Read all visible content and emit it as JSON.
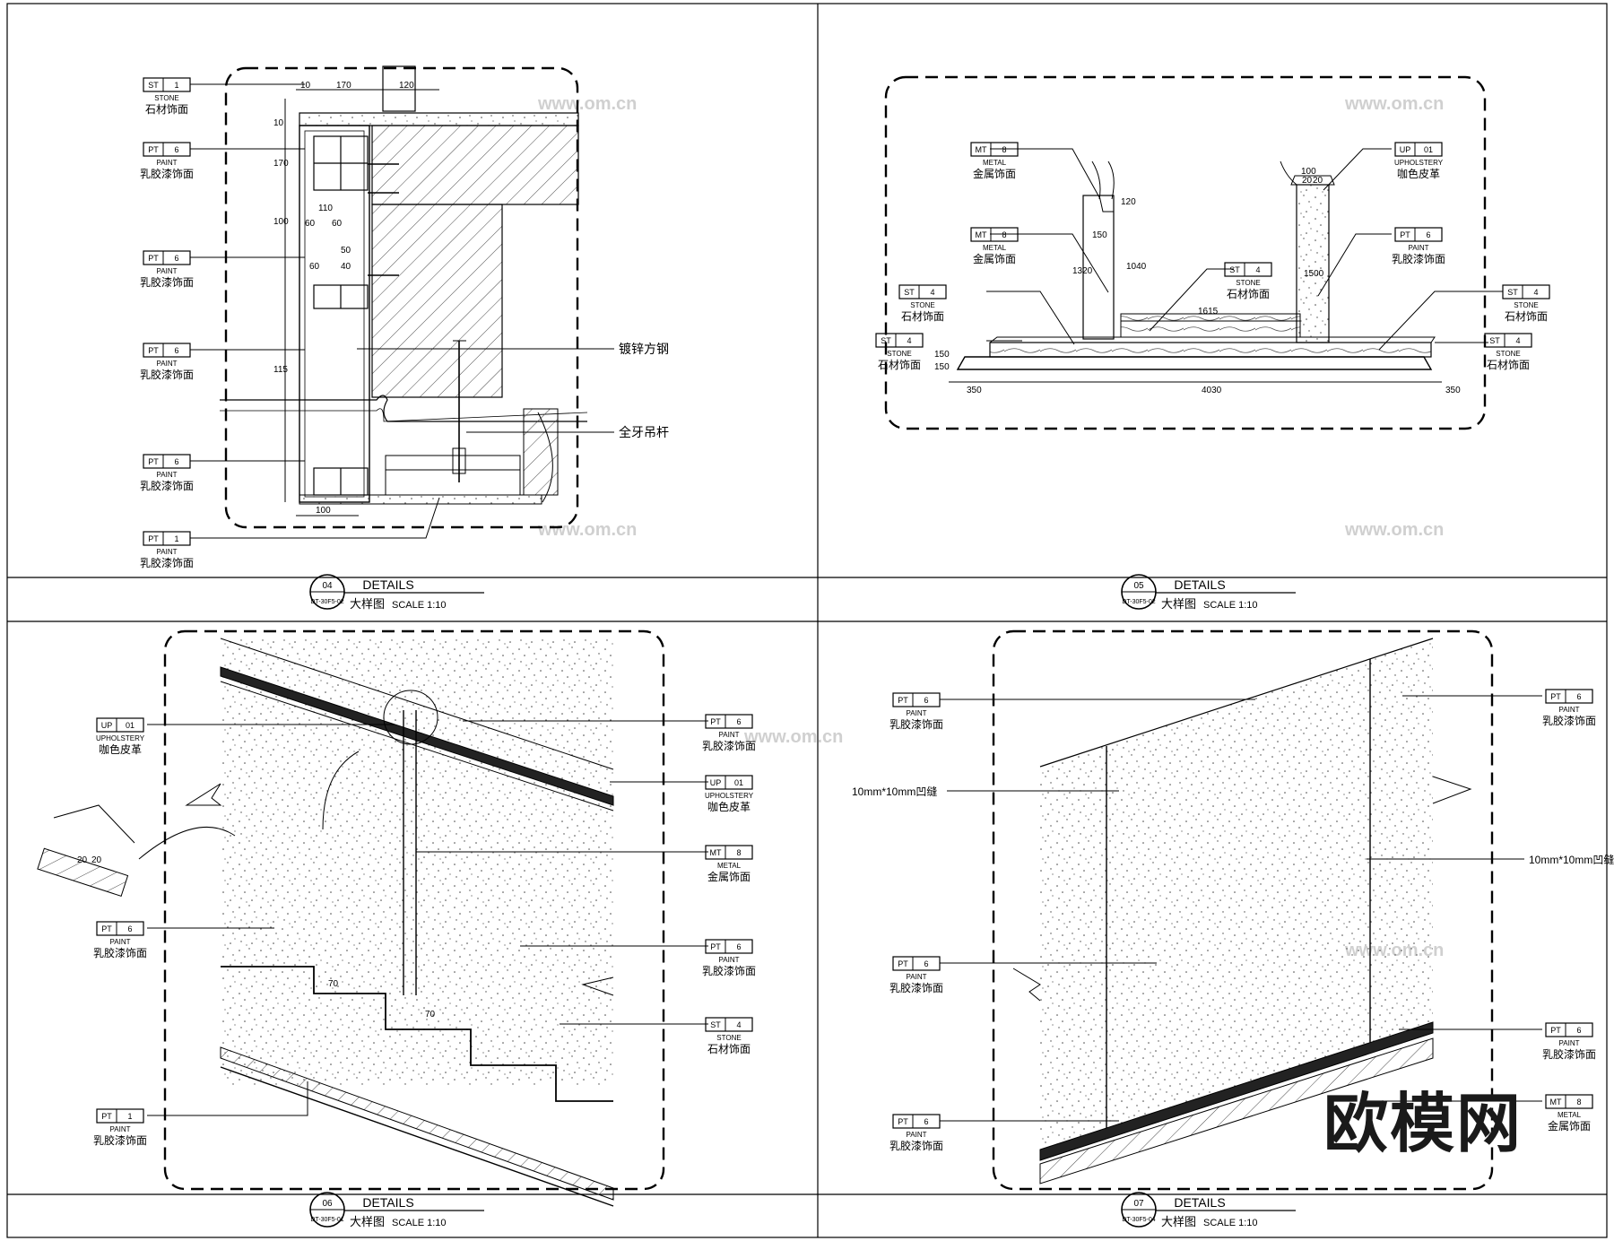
{
  "legend_tags": {
    "st1": {
      "code": "ST",
      "num": "1",
      "type": "STONE",
      "cn": "石材饰面"
    },
    "pt6": {
      "code": "PT",
      "num": "6",
      "type": "PAINT",
      "cn": "乳胶漆饰面"
    },
    "pt1": {
      "code": "PT",
      "num": "1",
      "type": "PAINT",
      "cn": "乳胶漆饰面"
    },
    "mt8": {
      "code": "MT",
      "num": "8",
      "type": "METAL",
      "cn": "金属饰面"
    },
    "up01": {
      "code": "UP",
      "num": "01",
      "type": "UPHOLSTERY",
      "cn": "咖色皮革"
    },
    "st4": {
      "code": "ST",
      "num": "4",
      "type": "STONE",
      "cn": "石材饰面"
    }
  },
  "notes": {
    "galvanized_steel": "镀锌方钢",
    "threaded_rod": "全牙吊杆",
    "groove": "10mm*10mm凹缝"
  },
  "panels": [
    {
      "id": "04",
      "ref": "DT-30F5-02",
      "title": "DETAILS",
      "subtitle": "大样图",
      "scale": "SCALE  1:10"
    },
    {
      "id": "05",
      "ref": "DT-30F5-02",
      "title": "DETAILS",
      "subtitle": "大样图",
      "scale": "SCALE  1:10"
    },
    {
      "id": "06",
      "ref": "DT-30F5-01",
      "title": "DETAILS",
      "subtitle": "大样图",
      "scale": "SCALE  1:10"
    },
    {
      "id": "07",
      "ref": "DT-30F5-04",
      "title": "DETAILS",
      "subtitle": "大样图",
      "scale": "SCALE  1:10"
    }
  ],
  "dims_04": [
    "10",
    "170",
    "120",
    "10",
    "170",
    "100",
    "110",
    "60",
    "60",
    "50",
    "40",
    "60",
    "115",
    "100"
  ],
  "dims_05": [
    "100",
    "20",
    "20",
    "120",
    "150",
    "1320",
    "1040",
    "1500",
    "1615",
    "150",
    "150",
    "350",
    "4030",
    "350"
  ],
  "dims_06": [
    "20",
    "20",
    "70",
    "70"
  ],
  "watermark": {
    "logo": "欧模网",
    "url": "www.om.cn"
  }
}
